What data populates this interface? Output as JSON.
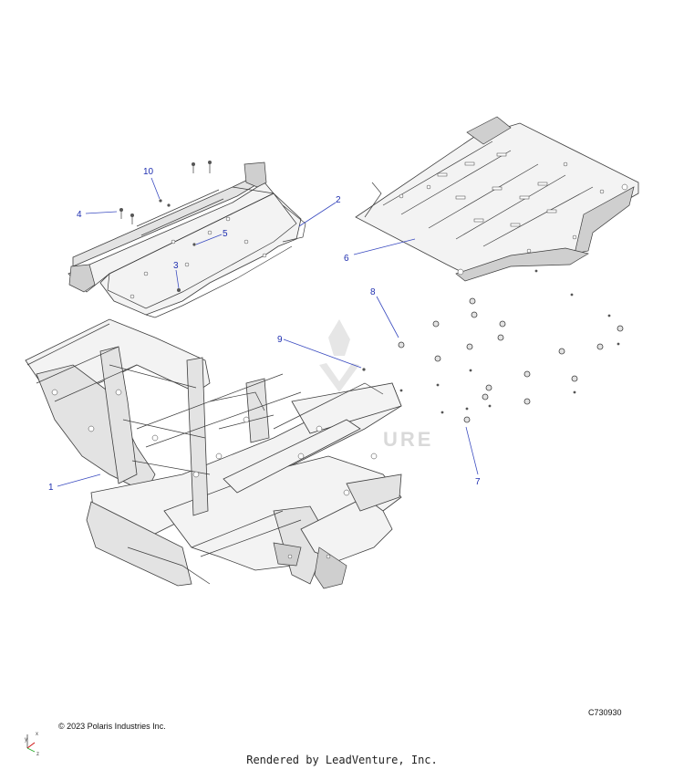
{
  "callouts": [
    {
      "id": "1",
      "label": "1"
    },
    {
      "id": "2",
      "label": "2"
    },
    {
      "id": "3",
      "label": "3"
    },
    {
      "id": "4",
      "label": "4"
    },
    {
      "id": "5",
      "label": "5"
    },
    {
      "id": "6",
      "label": "6"
    },
    {
      "id": "7",
      "label": "7"
    },
    {
      "id": "8",
      "label": "8"
    },
    {
      "id": "9",
      "label": "9"
    },
    {
      "id": "10",
      "label": "10"
    }
  ],
  "diagram_code": "C730930",
  "copyright": "© 2023 Polaris Industries Inc.",
  "watermark": "URE",
  "axis": {
    "x": "x",
    "y": "y",
    "z": "z"
  },
  "footer": "Rendered by LeadVenture, Inc."
}
